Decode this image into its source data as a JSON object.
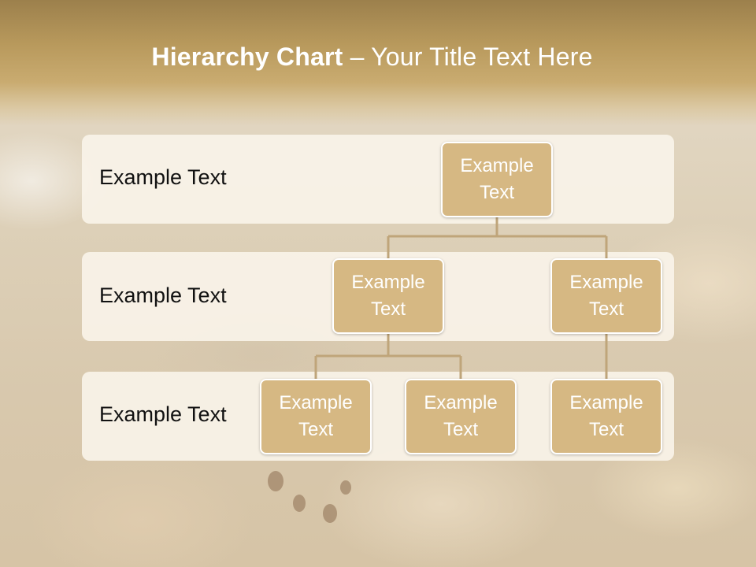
{
  "title": {
    "bold_part": "Hierarchy Chart",
    "dash": " – ",
    "rest": "Your Title Text Here"
  },
  "levels": [
    {
      "label": "Example Text"
    },
    {
      "label": "Example Text"
    },
    {
      "label": "Example Text"
    }
  ],
  "nodes": {
    "root": "Example Text",
    "level2_left": "Example Text",
    "level2_right": "Example Text",
    "level3_left": "Example Text",
    "level3_middle": "Example Text",
    "level3_right": "Example Text"
  },
  "colors": {
    "node_fill": "#d6b883",
    "node_border": "#ffffff",
    "connector": "#bfa57a",
    "header": "#b8995c"
  }
}
